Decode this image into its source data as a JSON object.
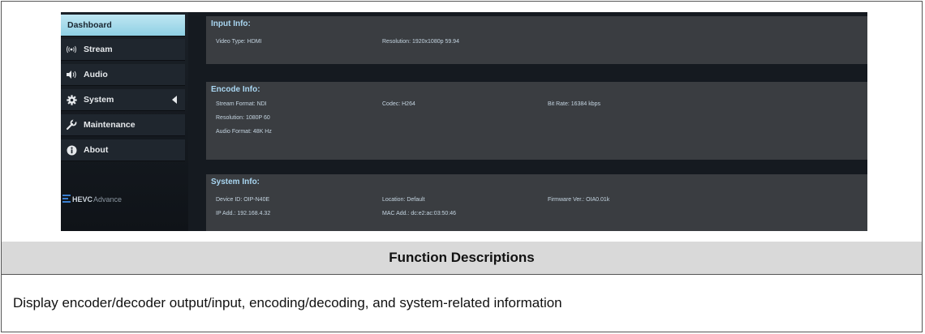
{
  "sidebar": {
    "items": [
      {
        "label": "Dashboard",
        "icon": "",
        "active": true
      },
      {
        "label": "Stream",
        "icon": "broadcast-icon"
      },
      {
        "label": "Audio",
        "icon": "speaker-icon"
      },
      {
        "label": "System",
        "icon": "gear-icon",
        "expandable": true
      },
      {
        "label": "Maintenance",
        "icon": "wrench-icon"
      },
      {
        "label": "About",
        "icon": "info-icon"
      }
    ],
    "logo": {
      "brand": "HEVC",
      "suffix": "Advance"
    }
  },
  "input_info": {
    "title": "Input Info:",
    "video_type": "Video Type: HDMI",
    "resolution": "Resolution: 1920x1080p 59.94"
  },
  "encode_info": {
    "title": "Encode Info:",
    "stream_format": "Stream Format: NDI",
    "codec": "Codec: H264",
    "bit_rate": "Bit Rate: 16384 kbps",
    "resolution": "Resolution: 1080P 60",
    "audio_format": "Audio Format: 48K Hz"
  },
  "system_info": {
    "title": "System Info:",
    "device_id": "Device ID: OIP-N40E",
    "location": "Location: Default",
    "firmware": "Firmware Ver.: OIA0.01k",
    "ip_addr": "IP Add.: 192.168.4.32",
    "mac_addr": "MAC Add.: dc:e2:ac:03:50:46"
  },
  "table": {
    "header": "Function Descriptions",
    "description": "Display encoder/decoder output/input, encoding/decoding, and system-related information"
  },
  "colors": {
    "active_nav": "#8fd0e4",
    "panel_bg": "#3a3d41",
    "panel_title": "#a9d6f1"
  }
}
